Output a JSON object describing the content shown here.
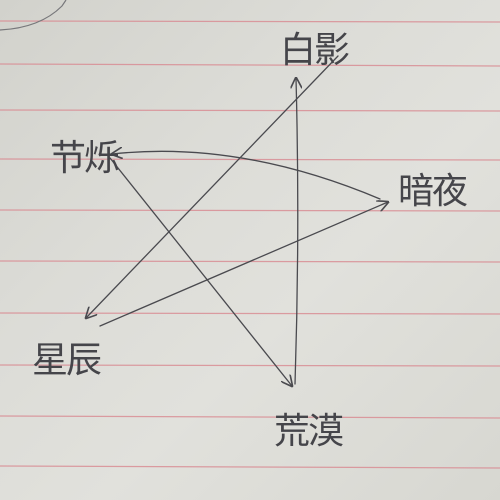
{
  "photo": {
    "paper_color": "#dcdcd7",
    "rule_color": "#d98e95",
    "ink_color": "#4a4a4f"
  },
  "nodes": {
    "top": "白影",
    "left": "节烁",
    "right": "暗夜",
    "bottom_left": "星辰",
    "bottom": "荒漠"
  }
}
